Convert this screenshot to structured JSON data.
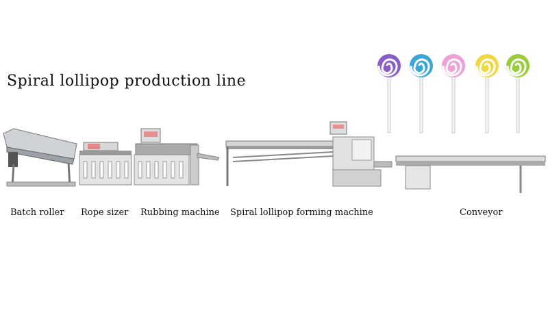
{
  "title": "Spiral lollipop production line",
  "labels": {
    "batch_roller": "Batch roller",
    "rope_sizer": "Rope sizer",
    "rubbing_machine": "Rubbing machine",
    "forming_machine": "Spiral lollipop forming machine",
    "conveyor": "Conveyor"
  },
  "lollipops": [
    {
      "color": "#8a5cc8"
    },
    {
      "color": "#3aa6d8"
    },
    {
      "color": "#f0a0d8"
    },
    {
      "color": "#f0d840"
    },
    {
      "color": "#98cc3a"
    }
  ]
}
